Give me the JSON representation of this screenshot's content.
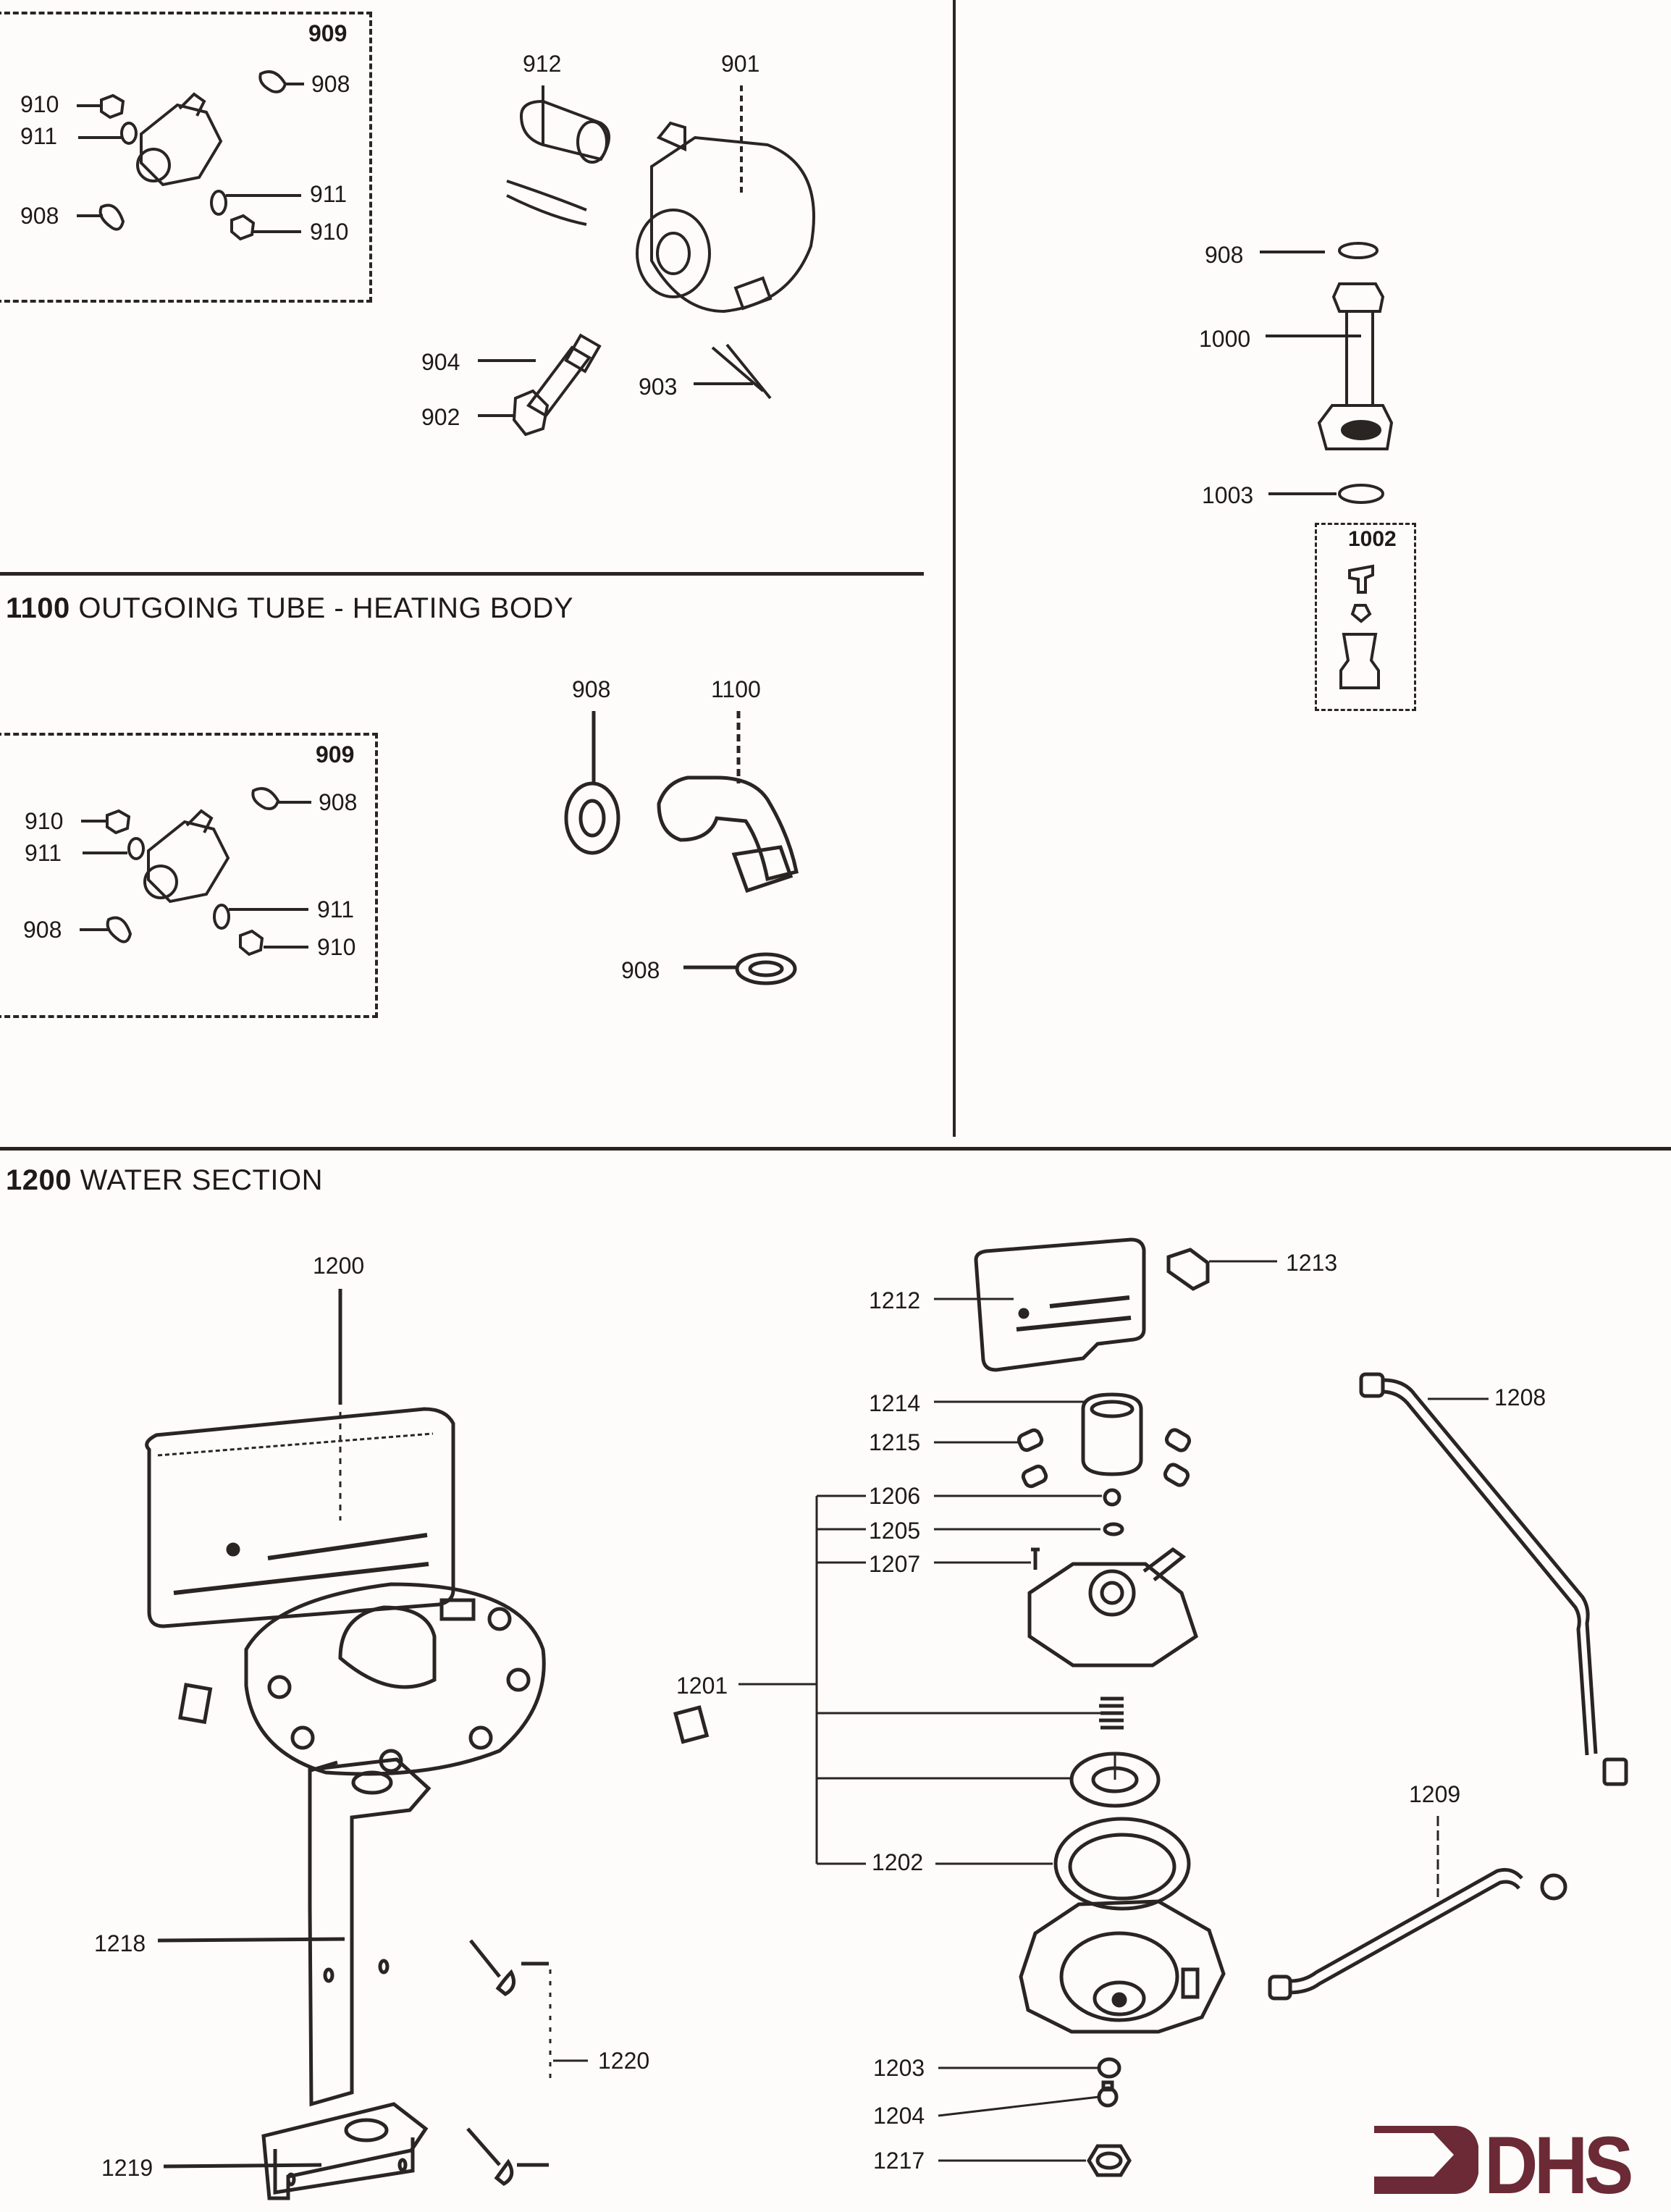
{
  "document": {
    "type": "exploded parts diagram",
    "brand_logo_text": "DHS",
    "brand_color": "#6b2a35",
    "ink_color": "#2a2522"
  },
  "sections": {
    "pump": {
      "assembly_box": {
        "label": "909",
        "items": [
          "910",
          "911",
          "908",
          "908",
          "911",
          "910"
        ]
      },
      "callouts": [
        "912",
        "901",
        "904",
        "902",
        "903"
      ]
    },
    "inlet": {
      "callouts": [
        "908",
        "1000",
        "1003"
      ],
      "assembly_box": {
        "label": "1002"
      }
    },
    "outgoing_tube": {
      "number": "1100",
      "title": "OUTGOING TUBE - HEATING BODY",
      "assembly_box": {
        "label": "909",
        "items": [
          "910",
          "911",
          "908",
          "908",
          "911",
          "910"
        ]
      },
      "callouts": [
        "908",
        "1100",
        "908"
      ]
    },
    "water_section": {
      "number": "1200",
      "title": "WATER SECTION",
      "callouts_left": [
        "1200",
        "1218",
        "1219",
        "1220"
      ],
      "callouts_right": [
        "1212",
        "1213",
        "1214",
        "1215",
        "1206",
        "1205",
        "1207",
        "1201",
        "1202",
        "1208",
        "1209",
        "1203",
        "1204",
        "1217"
      ]
    }
  }
}
